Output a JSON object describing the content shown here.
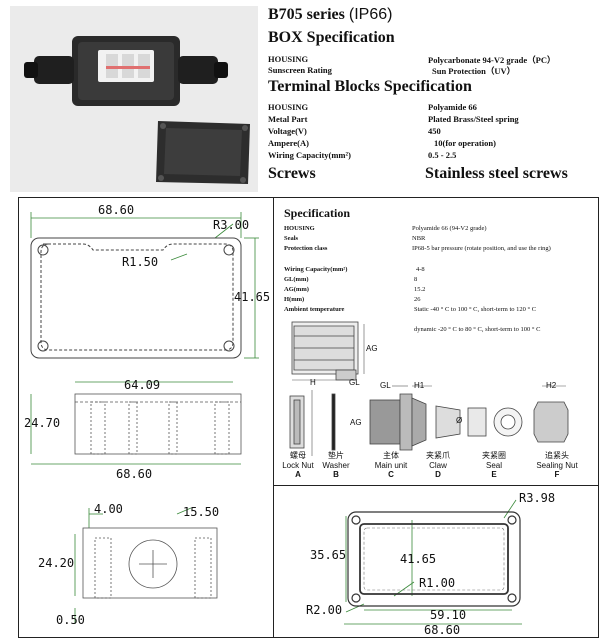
{
  "header": {
    "series": "B705 series",
    "rating": "(IP66)"
  },
  "box_spec": {
    "title": "BOX Specification",
    "rows": [
      {
        "label": "HOUSING",
        "value": "Polycarbonate 94-V2 grade（PC）"
      },
      {
        "label": "Sunscreen Rating",
        "value": "Sun Protection（UV）"
      }
    ]
  },
  "terminal_spec": {
    "title": "Terminal Blocks Specification",
    "rows": [
      {
        "label": "HOUSING",
        "value": "Polyamide 66"
      },
      {
        "label": "Metal Part",
        "value": "Plated Brass/Steel spring"
      },
      {
        "label": "Voltage(V)",
        "value": "450"
      },
      {
        "label": "Ampere(A)",
        "value": "10(for operation)"
      },
      {
        "label": "Wiring Capacity(mm²)",
        "value": "0.5 - 2.5"
      }
    ]
  },
  "screws": {
    "label": "Screws",
    "value": "Stainless steel screws"
  },
  "gland_spec": {
    "title": "Specification",
    "rows": [
      {
        "label": "HOUSING",
        "value": "Polyamide 66 (94-V2 grade)"
      },
      {
        "label": "Seals",
        "value": "NBR"
      },
      {
        "label": "Protection class",
        "value": "IP68-5 bar pressure (rotate position, and use the ring)"
      },
      {
        "label": "Wiring Capacity(mm²)",
        "value": "4-8"
      },
      {
        "label": "GL(mm)",
        "value": "8"
      },
      {
        "label": "AG(mm)",
        "value": "15.2"
      },
      {
        "label": "H(mm)",
        "value": "26"
      },
      {
        "label": "Ambient temperature",
        "value": "Static -40 ° C to 100 ° C, short-term to 120 ° C"
      },
      {
        "label": "",
        "value": "dynamic -20 ° C to 80 ° C, short-term to 100 ° C"
      }
    ]
  },
  "gland_labels": {
    "ag": "AG",
    "h": "H",
    "gl": "GL",
    "gl2": "GL",
    "h1": "H1",
    "h2": "H2",
    "ag2": "AG",
    "dia": "Ø"
  },
  "parts": [
    {
      "cn": "螺母",
      "en": "Lock Nut",
      "letter": "A"
    },
    {
      "cn": "垫片",
      "en": "Washer",
      "letter": "B"
    },
    {
      "cn": "主体",
      "en": "Main unit",
      "letter": "C"
    },
    {
      "cn": "夹紧爪",
      "en": "Claw",
      "letter": "D"
    },
    {
      "cn": "夹紧圈",
      "en": "Seal",
      "letter": "E"
    },
    {
      "cn": "追紧头",
      "en": "Sealing Nut",
      "letter": "F"
    }
  ],
  "dims": {
    "top_width": "68.60",
    "top_corner_r": "R3.00",
    "top_inner_r": "R1.50",
    "top_height": "41.65",
    "side_inner_w": "64.09",
    "side_height": "24.70",
    "side_width": "68.60",
    "end_wall": "4.00",
    "end_hole": "15.50",
    "end_height": "24.20",
    "end_base": "0.50",
    "bot_corner_r": "R3.98",
    "bot_inner_h": "35.65",
    "bot_outer_h": "41.65",
    "bot_r1": "R1.00",
    "bot_r2": "R2.00",
    "bot_inner_w": "59.10",
    "bot_outer_w": "68.60"
  },
  "colors": {
    "line": "#222222",
    "dim_green": "#3a8a3a",
    "drawing_grey": "#555555"
  }
}
